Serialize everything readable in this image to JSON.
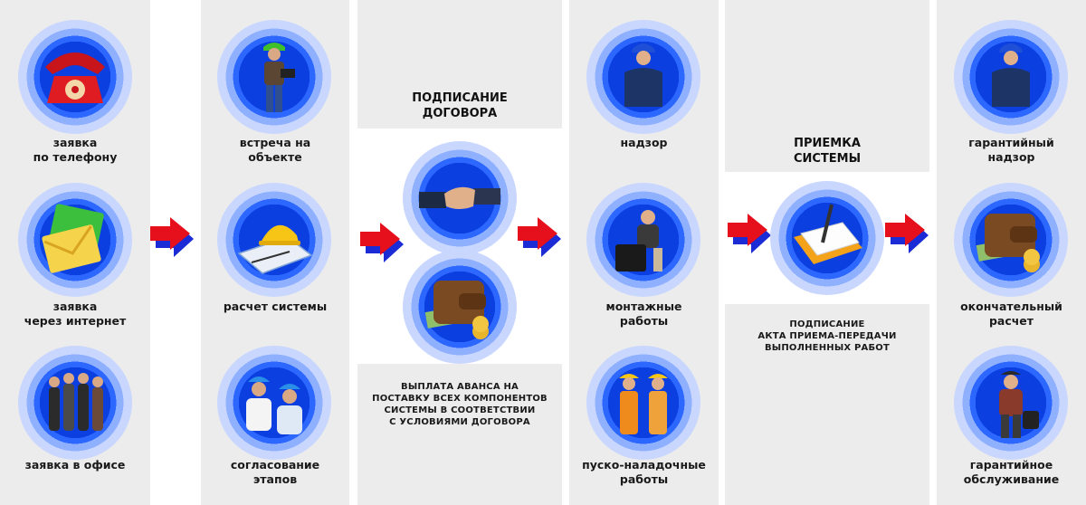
{
  "columns": [
    {
      "items": [
        "заявка\nпо телефону",
        "заявка\nчерез интернет",
        "заявка в офисе"
      ]
    },
    {
      "items": [
        "встреча на\nобъекте",
        "расчет системы",
        "согласование\nэтапов"
      ]
    },
    {
      "header": "ПОДПИСАНИЕ\nДОГОВОРА",
      "caption": "ВЫПЛАТА АВАНСА НА\nПОСТАВКУ ВСЕХ КОМПОНЕНТОВ\nСИСТЕМЫ В СООТВЕТСТВИИ\nС УСЛОВИЯМИ ДОГОВОРА"
    },
    {
      "items": [
        "надзор",
        "монтажные\nработы",
        "пуско-наладочные\nработы"
      ]
    },
    {
      "header": "ПРИЕМКА\nСИСТЕМЫ",
      "caption": "ПОДПИСАНИЕ\nАКТА ПРИЕМА-ПЕРЕДАЧИ\nВЫПОЛНЕННЫХ РАБОТ"
    },
    {
      "items": [
        "гарантийный\nнадзор",
        "окончательный\nрасчет",
        "гарантийное\nобслуживание"
      ]
    }
  ],
  "icons": {
    "c1": [
      "telephone-icon",
      "envelope-icon",
      "office-meeting-icon"
    ],
    "c2": [
      "worker-laptop-icon",
      "helmet-blueprint-icon",
      "engineers-icon"
    ],
    "c3": [
      "handshake-icon",
      "wallet-money-icon"
    ],
    "c4": [
      "supervisor-icon",
      "installer-toolbox-icon",
      "team-workers-icon"
    ],
    "c5": [
      "contract-signing-icon"
    ],
    "c6": [
      "supervisor-icon",
      "wallet-money-icon",
      "service-technician-icon"
    ]
  },
  "colors": {
    "arrow_red": "#e5101b",
    "arrow_blue": "#1b2bd6",
    "circle_dark": "#0b3fe0",
    "circle_light": "#c9d7ff",
    "column_bg": "#ececec"
  }
}
